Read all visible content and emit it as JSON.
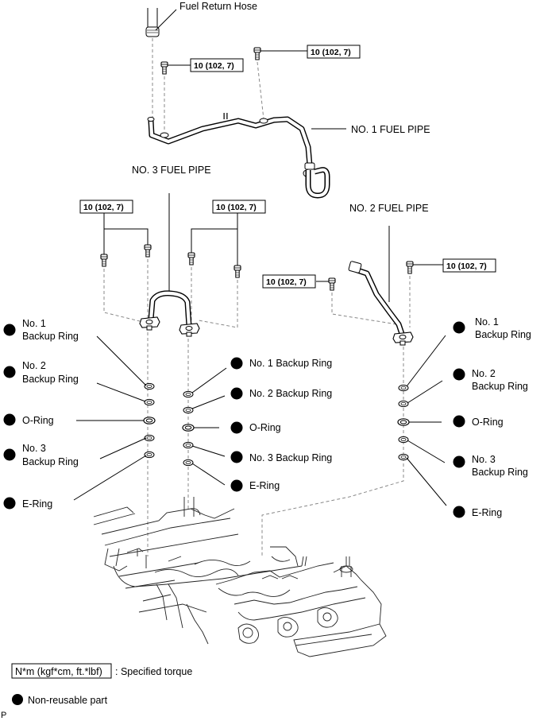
{
  "diagram": {
    "title_labels": {
      "fuel_return_hose": "Fuel Return Hose",
      "no1_fuel_pipe": "NO. 1 FUEL PIPE",
      "no2_fuel_pipe": "NO. 2 FUEL PIPE",
      "no3_fuel_pipe": "NO. 3 FUEL PIPE"
    },
    "torque_spec": "10 (102, 7)",
    "ring_groups": {
      "left": [
        {
          "line1": "No. 1",
          "line2": "Backup Ring"
        },
        {
          "line1": "No. 2",
          "line2": "Backup Ring"
        },
        {
          "line1": "O-Ring",
          "line2": ""
        },
        {
          "line1": "No. 3",
          "line2": "Backup Ring"
        },
        {
          "line1": "E-Ring",
          "line2": ""
        }
      ],
      "center": [
        {
          "line1": "No. 1 Backup Ring"
        },
        {
          "line1": "No. 2 Backup Ring"
        },
        {
          "line1": "O-Ring"
        },
        {
          "line1": "No. 3 Backup Ring"
        },
        {
          "line1": "E-Ring"
        }
      ],
      "right": [
        {
          "line1": "No. 1",
          "line2": "Backup Ring"
        },
        {
          "line1": "No. 2",
          "line2": "Backup Ring"
        },
        {
          "line1": "O-Ring",
          "line2": ""
        },
        {
          "line1": "No. 3",
          "line2": "Backup Ring"
        },
        {
          "line1": "E-Ring",
          "line2": ""
        }
      ]
    },
    "legend": {
      "torque_unit": "N*m (kgf*cm, ft.*lbf)",
      "torque_desc": ": Specified torque",
      "nonreusable_desc": "Non-reusable part"
    },
    "corner_mark": "P",
    "icons": {
      "non_reusable": "filled-circle-icon",
      "bolt": "bolt-icon",
      "ring": "ring-icon"
    },
    "colors": {
      "ink": "#000000",
      "dashed": "#888888",
      "background": "#ffffff"
    }
  }
}
